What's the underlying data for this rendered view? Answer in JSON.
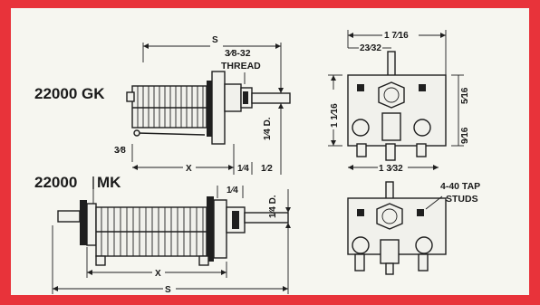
{
  "models": {
    "top": "22000 GK",
    "bottom_prefix": "22000",
    "bottom_suffix": "MK"
  },
  "top_dims": {
    "s": "S",
    "thread_line1": "3⁄8-32",
    "thread_line2": "THREAD",
    "shaft_d": "1⁄4  D.",
    "left_end": "3⁄8",
    "x": "X",
    "quarter": "1⁄4",
    "half": "1⁄2"
  },
  "side_dims": {
    "width": "1 7⁄16",
    "offset": "23⁄32",
    "height": "1 1⁄16",
    "right_split": "9⁄16",
    "right_split2": "5⁄16",
    "bottom_width": "1 3⁄32"
  },
  "bottom_dims": {
    "quarter": "1⁄4",
    "shaft_d": "1⁄4  D.",
    "x": "X",
    "s": "S",
    "studs_line1": "4-40 TAP",
    "studs_line2": "STUDS"
  },
  "colors": {
    "frame": "#e8333a",
    "panel": "#f6f6f0",
    "ink": "#1f1f1f"
  }
}
